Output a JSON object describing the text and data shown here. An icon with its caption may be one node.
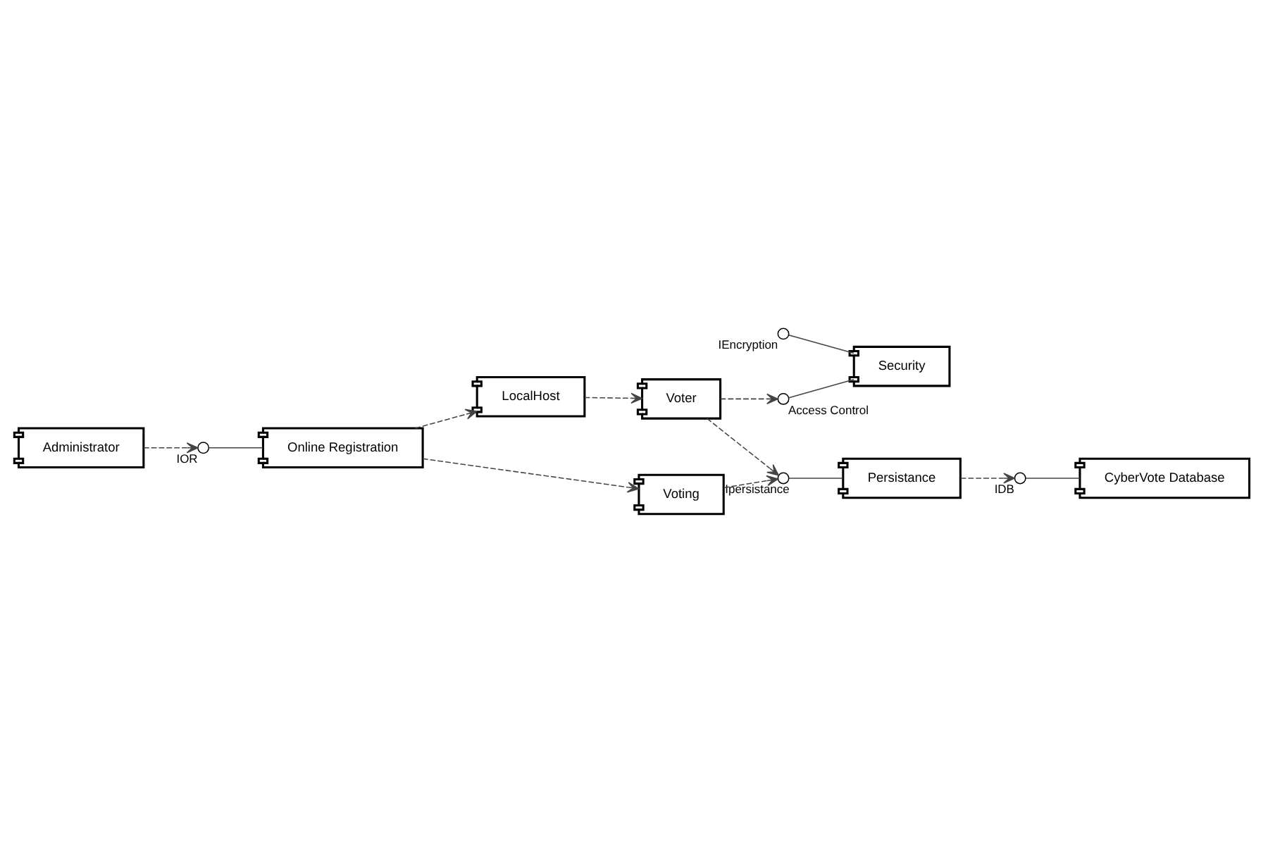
{
  "diagram": {
    "nodes": [
      {
        "text": [
          "LocalHost"
        ]
      },
      {
        "text": [
          "Voter"
        ]
      },
      {
        "text": [],
        "shape": "circle",
        "beside": [
          "IEncryption"
        ]
      },
      {
        "text": [],
        "shape": "circle",
        "beside": [
          "Access Control"
        ]
      },
      {
        "text": [
          "Security"
        ]
      },
      {
        "text": [],
        "shape": "circle",
        "beside": [
          "IOR"
        ]
      },
      {
        "text": [
          "Online Registration"
        ]
      },
      {
        "text": [],
        "shape": "circle",
        "beside": [
          "Ipersistance"
        ]
      },
      {
        "text": [
          "Persistance"
        ]
      },
      {
        "text": [
          "Voting"
        ]
      },
      {
        "text": [
          "Administrator"
        ]
      },
      {
        "text": [],
        "shape": "circle",
        "beside": [
          "IDB"
        ]
      },
      {
        "text": [
          "CyberVote Database"
        ]
      }
    ],
    "edges": [
      {
        "from": 0,
        "to": 1,
        "arrow": "to",
        "style": "dashed"
      },
      {
        "from": 6,
        "to": 0,
        "arrow": "to",
        "style": "dashed"
      },
      {
        "from": 1,
        "to": 3,
        "arrow": "to",
        "style": "dashed"
      },
      {
        "from": 2,
        "to": 4,
        "arrow": "none"
      },
      {
        "from": 3,
        "to": 4,
        "arrow": "none"
      },
      {
        "from": 5,
        "to": 6,
        "arrow": "none"
      },
      {
        "from": 6,
        "to": 9,
        "arrow": "to",
        "style": "dashed"
      },
      {
        "from": 1,
        "to": 7,
        "arrow": "to",
        "style": "dashed"
      },
      {
        "from": 9,
        "to": 7,
        "arrow": "to",
        "style": "dashed"
      },
      {
        "from": 7,
        "to": 8,
        "arrow": "none"
      },
      {
        "from": 10,
        "to": 5,
        "arrow": "to",
        "style": "dashed"
      },
      {
        "from": 8,
        "to": 11,
        "arrow": "to",
        "style": "dashed"
      },
      {
        "from": 11,
        "to": 12,
        "arrow": "none"
      }
    ]
  }
}
